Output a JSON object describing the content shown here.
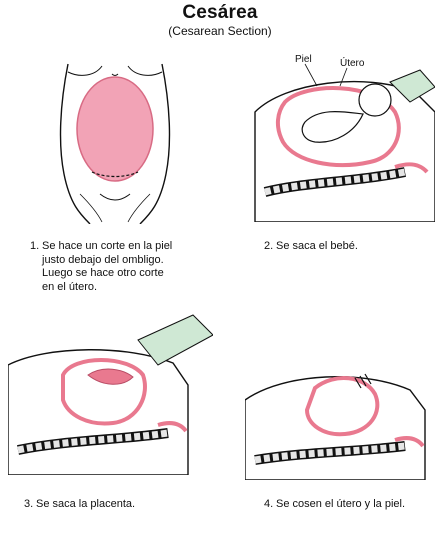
{
  "title": "Cesárea",
  "subtitle": "(Cesarean Section)",
  "labels": {
    "skin": "Piel",
    "uterus": "Útero"
  },
  "steps": [
    {
      "number": "1.",
      "lines": [
        "Se hace un corte en la piel",
        "justo debajo del ombligo.",
        "Luego se hace otro corte",
        "en el útero."
      ]
    },
    {
      "number": "2.",
      "lines": [
        "Se saca el bebé."
      ]
    },
    {
      "number": "3.",
      "lines": [
        "Se saca la placenta."
      ]
    },
    {
      "number": "4.",
      "lines": [
        "Se cosen el útero y la piel."
      ]
    }
  ],
  "colors": {
    "uterus_fill": "#f2a3b6",
    "uterus_wall": "#e9798f",
    "spine": "#e6e6e6",
    "glove": "#cfe8d4",
    "outline": "#111111"
  }
}
